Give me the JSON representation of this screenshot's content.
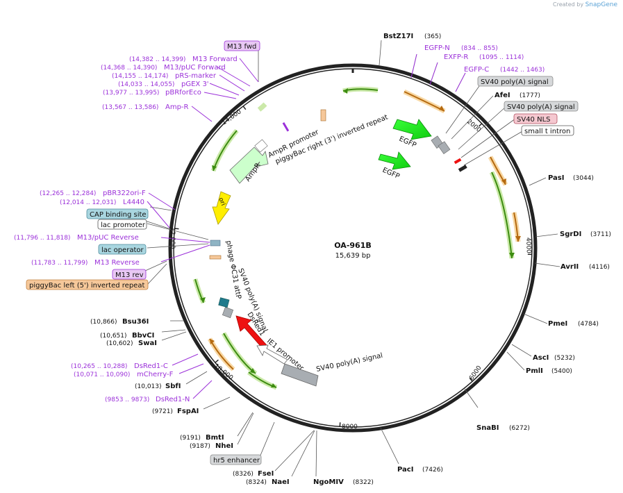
{
  "brand": {
    "prefix": "Created by",
    "name": "SnapGene"
  },
  "plasmid": {
    "name": "OA-961B",
    "length": "15,639 bp"
  },
  "ticks": [
    "2000",
    "4000",
    "6000",
    "8000",
    "10,000",
    "12,000",
    "14,000"
  ],
  "enzymes": [
    {
      "name": "BstZ17I",
      "pos": "(365)",
      "side": "right"
    },
    {
      "name": "AfeI",
      "pos": "(1777)",
      "side": "right"
    },
    {
      "name": "PasI",
      "pos": "(3044)",
      "side": "right"
    },
    {
      "name": "SgrDI",
      "pos": "(3711)",
      "side": "right"
    },
    {
      "name": "AvrII",
      "pos": "(4116)",
      "side": "right"
    },
    {
      "name": "PmeI",
      "pos": "(4784)",
      "side": "right"
    },
    {
      "name": "AscI",
      "pos": "(5232)",
      "side": "right"
    },
    {
      "name": "PmlI",
      "pos": "(5400)",
      "side": "right"
    },
    {
      "name": "SnaBI",
      "pos": "(6272)",
      "side": "right"
    },
    {
      "name": "PacI",
      "pos": "(7426)",
      "side": "right"
    },
    {
      "name": "NgoMIV",
      "pos": "(8322)",
      "side": "right"
    },
    {
      "name": "NaeI",
      "pos": "(8324)",
      "side": "left"
    },
    {
      "name": "FseI",
      "pos": "(8326)",
      "side": "left"
    },
    {
      "name": "NheI",
      "pos": "(9187)",
      "side": "left"
    },
    {
      "name": "BmtI",
      "pos": "(9191)",
      "side": "left"
    },
    {
      "name": "FspAI",
      "pos": "(9721)",
      "side": "left"
    },
    {
      "name": "SbfI",
      "pos": "(10,013)",
      "side": "left"
    },
    {
      "name": "SwaI",
      "pos": "(10,602)",
      "side": "left"
    },
    {
      "name": "BbvCI",
      "pos": "(10,651)",
      "side": "left"
    },
    {
      "name": "Bsu36I",
      "pos": "(10,866)",
      "side": "left"
    }
  ],
  "primers": [
    {
      "name": "EGFP-N",
      "range": "(834 .. 855)"
    },
    {
      "name": "EXFP-R",
      "range": "(1095 .. 1114)"
    },
    {
      "name": "EGFP-C",
      "range": "(1442 .. 1463)"
    },
    {
      "name": "M13 Forward",
      "range": "(14,382 .. 14,399)"
    },
    {
      "name": "M13/pUC Forward",
      "range": "(14,368 .. 14,390)"
    },
    {
      "name": "pRS-marker",
      "range": "(14,155 .. 14,174)"
    },
    {
      "name": "pGEX 3'",
      "range": "(14,033 .. 14,055)"
    },
    {
      "name": "pBRforEco",
      "range": "(13,977 .. 13,995)"
    },
    {
      "name": "Amp-R",
      "range": "(13,567 .. 13,586)"
    },
    {
      "name": "pBR322ori-F",
      "range": "(12,265 .. 12,284)"
    },
    {
      "name": "L4440",
      "range": "(12,014 .. 12,031)"
    },
    {
      "name": "M13/pUC Reverse",
      "range": "(11,796 .. 11,818)"
    },
    {
      "name": "M13 Reverse",
      "range": "(11,783 .. 11,799)"
    },
    {
      "name": "DsRed1-C",
      "range": "(10,265 .. 10,288)"
    },
    {
      "name": "mCherry-F",
      "range": "(10,071 .. 10,090)"
    },
    {
      "name": "DsRed1-N",
      "range": "(9853 .. 9873)"
    }
  ],
  "boxed_features": [
    {
      "name": "M13 fwd"
    },
    {
      "name": "SV40 poly(A) signal"
    },
    {
      "name": "SV40 poly(A) signal"
    },
    {
      "name": "SV40 NLS"
    },
    {
      "name": "small t intron"
    },
    {
      "name": "CAP binding site"
    },
    {
      "name": "lac promoter"
    },
    {
      "name": "lac operator"
    },
    {
      "name": "M13 rev"
    },
    {
      "name": "piggyBac left (5') inverted repeat"
    },
    {
      "name": "hr5 enhancer"
    }
  ],
  "inner_labels": [
    {
      "name": "EGFP"
    },
    {
      "name": "EGFP"
    },
    {
      "name": "AmpR promoter"
    },
    {
      "name": "piggyBac right (3') inverted repeat"
    },
    {
      "name": "AmpR"
    },
    {
      "name": "ori"
    },
    {
      "name": "phage ΦC31 attP"
    },
    {
      "name": "SV40 poly(A) signal"
    },
    {
      "name": "DsRed1"
    },
    {
      "name": "IE1 promoter"
    },
    {
      "name": "SV40 poly(A) signal"
    }
  ],
  "colors": {
    "ring": "#222222",
    "primer": "#9b30d9",
    "gfp": "#22ee22",
    "dsred": "#ee1111",
    "ori": "#ffee00",
    "ampr": "#ccffcc",
    "orange_feature": "#f2a040",
    "grey_feature": "#a8adb2",
    "green_misc": "#8fd24f"
  }
}
